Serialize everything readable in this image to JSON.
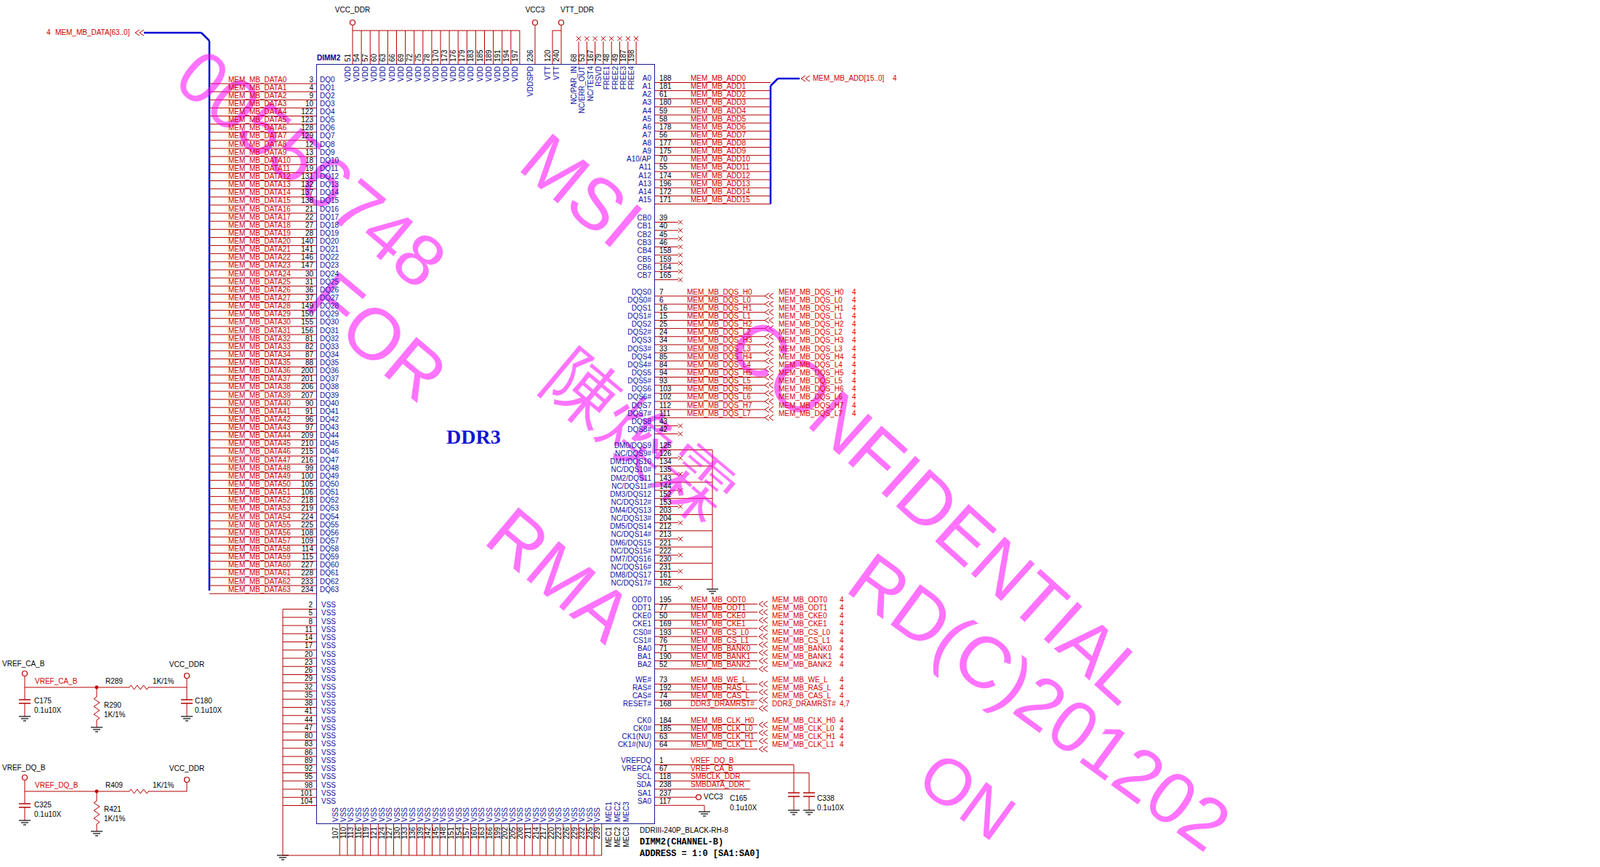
{
  "diagram": {
    "nodes": [
      {
        "text": [
          "DIMM2",
          "DDR3"
        ]
      }
    ],
    "labels": [
      "4",
      "MEM_MB_DATA[63..0]",
      "MEM_MB_DATA0",
      "MEM_MB_DATA1",
      "MEM_MB_DATA2",
      "MEM_MB_DATA3",
      "MEM_MB_DATA4",
      "MEM_MB_DATA5",
      "MEM_MB_DATA6",
      "MEM_MB_DATA7",
      "MEM_MB_DATA8",
      "MEM_MB_DATA9",
      "MEM_MB_DATA10",
      "MEM_MB_DATA11",
      "MEM_MB_DATA12",
      "MEM_MB_DATA13",
      "MEM_MB_DATA14",
      "MEM_MB_DATA15",
      "MEM_MB_DATA16",
      "MEM_MB_DATA17",
      "MEM_MB_DATA18",
      "MEM_MB_DATA19",
      "MEM_MB_DATA20",
      "MEM_MB_DATA21",
      "MEM_MB_DATA22",
      "MEM_MB_DATA23",
      "MEM_MB_DATA24",
      "MEM_MB_DATA25",
      "MEM_MB_DATA26",
      "MEM_MB_DATA27",
      "MEM_MB_DATA28",
      "MEM_MB_DATA29",
      "MEM_MB_DATA30",
      "MEM_MB_DATA31",
      "MEM_MB_DATA32",
      "MEM_MB_DATA33",
      "MEM_MB_DATA34",
      "MEM_MB_DATA35",
      "MEM_MB_DATA36",
      "MEM_MB_DATA37",
      "MEM_MB_DATA38",
      "MEM_MB_DATA39",
      "MEM_MB_DATA40",
      "MEM_MB_DATA41",
      "MEM_MB_DATA42",
      "MEM_MB_DATA43",
      "MEM_MB_DATA44",
      "MEM_MB_DATA45",
      "MEM_MB_DATA46",
      "MEM_MB_DATA47",
      "MEM_MB_DATA48",
      "MEM_MB_DATA49",
      "MEM_MB_DATA50",
      "MEM_MB_DATA51",
      "MEM_MB_DATA52",
      "MEM_MB_DATA53",
      "MEM_MB_DATA54",
      "MEM_MB_DATA55",
      "MEM_MB_DATA56",
      "MEM_MB_DATA57",
      "MEM_MB_DATA58",
      "MEM_MB_DATA59",
      "MEM_MB_DATA60",
      "MEM_MB_DATA61",
      "MEM_MB_DATA62",
      "MEM_MB_DATA63",
      "3",
      "4",
      "9",
      "10",
      "122",
      "123",
      "128",
      "129",
      "12",
      "13",
      "18",
      "19",
      "131",
      "132",
      "137",
      "138",
      "21",
      "22",
      "27",
      "28",
      "140",
      "141",
      "146",
      "147",
      "30",
      "31",
      "36",
      "37",
      "149",
      "150",
      "155",
      "156",
      "81",
      "82",
      "87",
      "88",
      "200",
      "201",
      "206",
      "207",
      "90",
      "91",
      "96",
      "97",
      "209",
      "210",
      "215",
      "216",
      "99",
      "100",
      "105",
      "106",
      "218",
      "219",
      "224",
      "225",
      "108",
      "109",
      "114",
      "115",
      "227",
      "228",
      "233",
      "234",
      "DQ0",
      "DQ1",
      "DQ2",
      "DQ3",
      "DQ4",
      "DQ5",
      "DQ6",
      "DQ7",
      "DQ8",
      "DQ9",
      "DQ10",
      "DQ11",
      "DQ12",
      "DQ13",
      "DQ14",
      "DQ15",
      "DQ16",
      "DQ17",
      "DQ18",
      "DQ19",
      "DQ20",
      "DQ21",
      "DQ22",
      "DQ23",
      "DQ24",
      "DQ25",
      "DQ26",
      "DQ27",
      "DQ28",
      "DQ29",
      "DQ30",
      "DQ31",
      "DQ32",
      "DQ33",
      "DQ34",
      "DQ35",
      "DQ36",
      "DQ37",
      "DQ38",
      "DQ39",
      "DQ40",
      "DQ41",
      "DQ42",
      "DQ43",
      "DQ44",
      "DQ45",
      "DQ46",
      "DQ47",
      "DQ48",
      "DQ49",
      "DQ50",
      "DQ51",
      "DQ52",
      "DQ53",
      "DQ54",
      "DQ55",
      "DQ56",
      "DQ57",
      "DQ58",
      "DQ59",
      "DQ60",
      "DQ61",
      "DQ62",
      "DQ63",
      "2",
      "5",
      "8",
      "11",
      "14",
      "17",
      "20",
      "23",
      "26",
      "29",
      "32",
      "35",
      "38",
      "41",
      "44",
      "47",
      "80",
      "83",
      "86",
      "89",
      "92",
      "95",
      "98",
      "101",
      "104",
      "VSS",
      "VSS",
      "VSS",
      "VSS",
      "VSS",
      "VSS",
      "VSS",
      "VSS",
      "VSS",
      "VSS",
      "VSS",
      "VSS",
      "VSS",
      "VSS",
      "VSS",
      "VSS",
      "VSS",
      "VSS",
      "VSS",
      "VSS",
      "VSS",
      "VSS",
      "VSS",
      "VSS",
      "VSS",
      "VCC_DDR",
      "VCC3",
      "VTT_DDR",
      "51",
      "54",
      "57",
      "60",
      "63",
      "66",
      "69",
      "72",
      "75",
      "78",
      "170",
      "173",
      "176",
      "179",
      "183",
      "185",
      "189",
      "191",
      "194",
      "197",
      "236",
      "120",
      "240",
      "68",
      "53",
      "167",
      "79",
      "48",
      "49",
      "187",
      "198",
      "VDD",
      "VDD",
      "VDD",
      "VDD",
      "VDD",
      "VDD",
      "VDD",
      "VDD",
      "VDD",
      "VDD",
      "VDD",
      "VDD",
      "VDD",
      "VDD",
      "VDD",
      "VDD",
      "VDD",
      "VDD",
      "VDD",
      "VDD",
      "VDDSPD",
      "VTT",
      "VTT",
      "NC/PAR_IN",
      "NC/ERR_OUT",
      "NC/TEST4",
      "RSVD",
      "FREE1",
      "FREE2",
      "FREE3",
      "FREE4",
      "A0",
      "A1",
      "A2",
      "A3",
      "A4",
      "A5",
      "A6",
      "A7",
      "A8",
      "A9",
      "A10/AP",
      "A11",
      "A12",
      "A13",
      "A14",
      "A15",
      "188",
      "181",
      "61",
      "180",
      "59",
      "58",
      "178",
      "56",
      "177",
      "175",
      "70",
      "55",
      "174",
      "196",
      "172",
      "171",
      "MEM_MB_ADD0",
      "MEM_MB_ADD1",
      "MEM_MB_ADD2",
      "MEM_MB_ADD3",
      "MEM_MB_ADD4",
      "MEM_MB_ADD5",
      "MEM_MB_ADD6",
      "MEM_MB_ADD7",
      "MEM_MB_ADD8",
      "MEM_MB_ADD9",
      "MEM_MB_ADD10",
      "MEM_MB_ADD11",
      "MEM_MB_ADD12",
      "MEM_MB_ADD13",
      "MEM_MB_ADD14",
      "MEM_MB_ADD15",
      "MEM_MB_ADD[15..0]",
      "4",
      "CB0",
      "CB1",
      "CB2",
      "CB3",
      "CB4",
      "CB5",
      "CB6",
      "CB7",
      "39",
      "40",
      "45",
      "46",
      "158",
      "159",
      "164",
      "165",
      "DQS0",
      "DQS0#",
      "DQS1",
      "DQS1#",
      "DQS2",
      "DQS2#",
      "DQS3",
      "DQS3#",
      "DQS4",
      "DQS4#",
      "DQS5",
      "DQS5#",
      "DQS6",
      "DQS6#",
      "DQS7",
      "DQS7#",
      "DQS8",
      "DQS8#",
      "7",
      "6",
      "16",
      "15",
      "25",
      "24",
      "34",
      "33",
      "85",
      "84",
      "94",
      "93",
      "103",
      "102",
      "112",
      "111",
      "43",
      "42",
      "MEM_MB_DQS_H0",
      "MEM_MB_DQS_L0",
      "MEM_MB_DQS_H1",
      "MEM_MB_DQS_L1",
      "MEM_MB_DQS_H2",
      "MEM_MB_DQS_L2",
      "MEM_MB_DQS_H3",
      "MEM_MB_DQS_L3",
      "MEM_MB_DQS_H4",
      "MEM_MB_DQS_L4",
      "MEM_MB_DQS_H5",
      "MEM_MB_DQS_L5",
      "MEM_MB_DQS_H6",
      "MEM_MB_DQS_L6",
      "MEM_MB_DQS_H7",
      "MEM_MB_DQS_L7",
      "MEM_MB_DQS_H0",
      "MEM_MB_DQS_L0",
      "MEM_MB_DQS_H1",
      "MEM_MB_DQS_L1",
      "MEM_MB_DQS_H2",
      "MEM_MB_DQS_L2",
      "MEM_MB_DQS_H3",
      "MEM_MB_DQS_L3",
      "MEM_MB_DQS_H4",
      "MEM_MB_DQS_L4",
      "MEM_MB_DQS_H5",
      "MEM_MB_DQS_L5",
      "MEM_MB_DQS_H6",
      "MEM_MB_DQS_L6",
      "MEM_MB_DQS_H7",
      "MEM_MB_DQS_L7",
      "4",
      "4",
      "4",
      "4",
      "4",
      "4",
      "4",
      "4",
      "4",
      "4",
      "4",
      "4",
      "4",
      "4",
      "4",
      "4",
      "DM0/DQS9",
      "NC/DQS9#",
      "DM1/DQS10",
      "NC/DQS10#",
      "DM2/DQS11",
      "NC/DQS11#",
      "DM3/DQS12",
      "NC/DQS12#",
      "DM4/DQS13",
      "NC/DQS13#",
      "DM5/DQS14",
      "NC/DQS14#",
      "DM6/DQS15",
      "NC/DQS15#",
      "DM7/DQS16",
      "NC/DQS16#",
      "DM8/DQS17",
      "NC/DQS17#",
      "125",
      "126",
      "134",
      "135",
      "143",
      "144",
      "152",
      "153",
      "203",
      "204",
      "212",
      "213",
      "221",
      "222",
      "230",
      "231",
      "161",
      "162",
      "ODT0",
      "ODT1",
      "CKE0",
      "CKE1",
      "CS0#",
      "CS1#",
      "BA0",
      "BA1",
      "BA2",
      "WE#",
      "RAS#",
      "CAS#",
      "RESET#",
      "CK0",
      "CK0#",
      "CK1(NU)",
      "CK1#(NU)",
      "VREFDQ",
      "VREFCA",
      "SCL",
      "SDA",
      "SA1",
      "SA0",
      "195",
      "77",
      "50",
      "169",
      "193",
      "76",
      "71",
      "190",
      "52",
      "73",
      "192",
      "74",
      "168",
      "184",
      "185",
      "63",
      "64",
      "1",
      "67",
      "118",
      "238",
      "237",
      "117",
      "MEM_MB_ODT0",
      "MEM_MB_ODT1",
      "MEM_MB_CKE0",
      "MEM_MB_CKE1",
      "MEM_MB_CS_L0",
      "MEM_MB_CS_L1",
      "MEM_MB_BANK0",
      "MEM_MB_BANK1",
      "MEM_MB_BANK2",
      "MEM_MB_WE_L",
      "MEM_MB_RAS_L",
      "MEM_MB_CAS_L",
      "DDR3_DRAMRST#",
      "MEM_MB_CLK_H0",
      "MEM_MB_CLK_L0",
      "MEM_MB_CLK_H1",
      "MEM_MB_CLK_L1",
      "VREF_DQ_B",
      "VREF_CA_B",
      "SMBCLK_DDR",
      "SMBDATA_DDR",
      "MEM_MB_ODT0",
      "MEM_MB_ODT1",
      "MEM_MB_CKE0",
      "MEM_MB_CKE1",
      "MEM_MB_CS_L0",
      "MEM_MB_CS_L1",
      "MEM_MB_BANK0",
      "MEM_MB_BANK1",
      "MEM_MB_BANK2",
      "MEM_MB_WE_L",
      "MEM_MB_RAS_L",
      "MEM_MB_CAS_L",
      "DDR3_DRAMRST#",
      "MEM_MB_CLK_H0",
      "MEM_MB_CLK_L0",
      "MEM_MB_CLK_H1",
      "MEM_MB_CLK_L1",
      "4",
      "4",
      "4",
      "4",
      "4",
      "4",
      "4",
      "4",
      "4",
      "4",
      "4",
      "4",
      "4,7",
      "4",
      "4",
      "4",
      "4",
      "VCC3",
      "C165",
      "0.1u10X",
      "C338",
      "0.1u10X",
      "VSS",
      "VSS",
      "VSS",
      "VSS",
      "VSS",
      "VSS",
      "VSS",
      "VSS",
      "VSS",
      "VSS",
      "VSS",
      "VSS",
      "VSS",
      "VSS",
      "VSS",
      "VSS",
      "VSS",
      "VSS",
      "VSS",
      "VSS",
      "VSS",
      "VSS",
      "VSS",
      "VSS",
      "VSS",
      "VSS",
      "VSS",
      "VSS",
      "VSS",
      "VSS",
      "VSS",
      "VSS",
      "VSS",
      "VSS",
      "VSS",
      "MEC1",
      "MEC2",
      "MEC3",
      "107",
      "110",
      "113",
      "116",
      "119",
      "121",
      "124",
      "127",
      "130",
      "133",
      "136",
      "139",
      "142",
      "145",
      "148",
      "151",
      "154",
      "157",
      "160",
      "163",
      "166",
      "199",
      "202",
      "205",
      "208",
      "211",
      "214",
      "217",
      "220",
      "223",
      "226",
      "229",
      "232",
      "235",
      "239",
      "MEC1",
      "MEC2",
      "MEC3",
      "DDRIII-240P_BLACK-RH-8",
      "DIMM2(CHANNEL-B)",
      "ADDRESS = 1:0 [SA1:SA0]",
      "VREF_CA_B",
      "VREF_CA_B",
      "R289",
      "1K/1%",
      "VCC_DDR",
      "C175",
      "0.1u10X",
      "R290",
      "1K/1%",
      "C180",
      "0.1u10X",
      "VREF_DQ_B",
      "VREF_DQ_B",
      "R409",
      "1K/1%",
      "VCC_DDR",
      "C325",
      "0.1u10X",
      "R421",
      "1K/1%",
      "00556748",
      "FOR",
      "RMA",
      "MSI",
      "陳煥霖",
      "CONFIDENTIAL",
      "RD(C)201202",
      "ON"
    ]
  }
}
